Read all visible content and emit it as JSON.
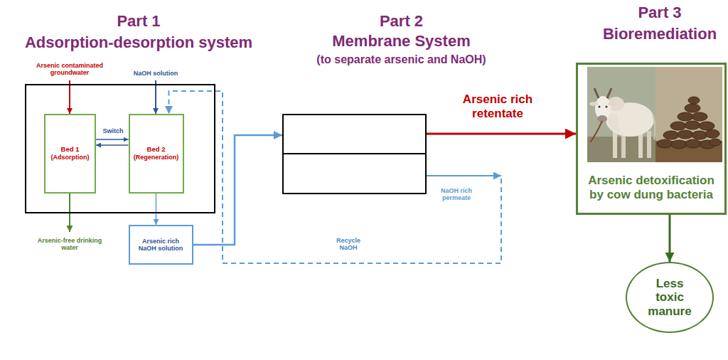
{
  "diagram": {
    "nodes": [
      {
        "text": [
          "Part 1",
          "Adsorption-desorption system"
        ]
      },
      {
        "text": [
          "Bed 1",
          "(Adsorption)"
        ],
        "in": 0
      },
      {
        "text": [
          "Bed 2",
          "(Regeneration)"
        ],
        "in": 0
      },
      {
        "text": [
          "Arsenic rich NaOH solution"
        ]
      },
      {
        "text": [
          "Part 2",
          "Membrane System",
          "(to separate arsenic and NaOH)"
        ]
      },
      {
        "text": [
          "Part 3",
          "Bioremediation",
          "Arsenic detoxification by cow dung bacteria"
        ]
      },
      {
        "text": [
          "Less toxic manure"
        ]
      }
    ],
    "edges": [
      {
        "from": 1,
        "to": 2,
        "label": "Switch",
        "arrow": "to"
      },
      {
        "from": 2,
        "to": 1,
        "arrow": "to"
      },
      {
        "from": 2,
        "to": 3,
        "arrow": "to"
      },
      {
        "from": 3,
        "to": 4,
        "arrow": "to"
      },
      {
        "from": 4,
        "to": 5,
        "label": "Arsenic rich retentate",
        "arrow": "to"
      },
      {
        "from": 4,
        "to": 2,
        "label": "Recycle NaOH",
        "arrow": "to"
      },
      {
        "from": 5,
        "to": 6,
        "arrow": "to"
      }
    ],
    "labels": [
      "Arsenic contaminated groundwater",
      "NaOH solution",
      "Arsenic-free drinking water",
      "NaOH rich permeate"
    ]
  }
}
